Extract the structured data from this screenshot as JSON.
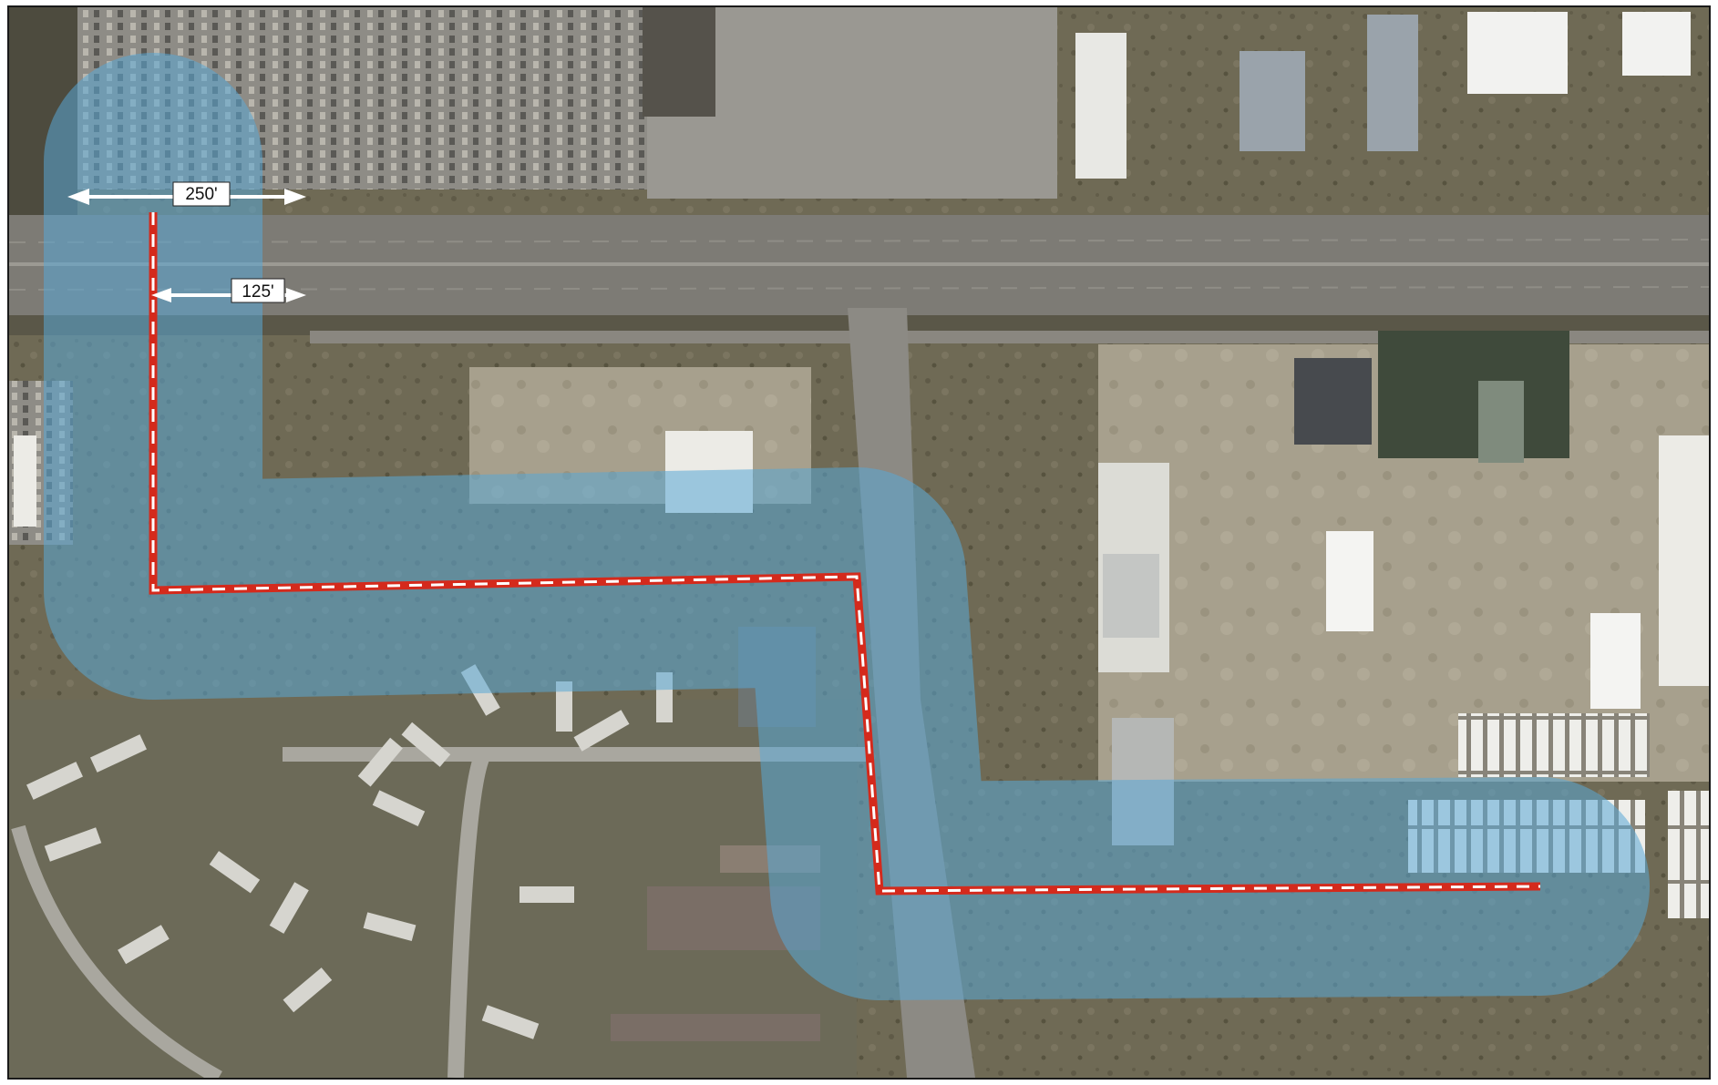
{
  "map": {
    "dimension_labels": {
      "full_width": "250'",
      "half_width": "125'"
    },
    "colors": {
      "buffer_fill": "#5aa8d6",
      "centerline_red": "#d42a1c",
      "centerline_white": "#ffffff",
      "dimension_arrow": "#ffffff",
      "label_box": "#ffffff"
    },
    "layers": [
      "aerial-imagery",
      "buffer-corridor",
      "route-centerline",
      "dimension-annotations"
    ]
  }
}
